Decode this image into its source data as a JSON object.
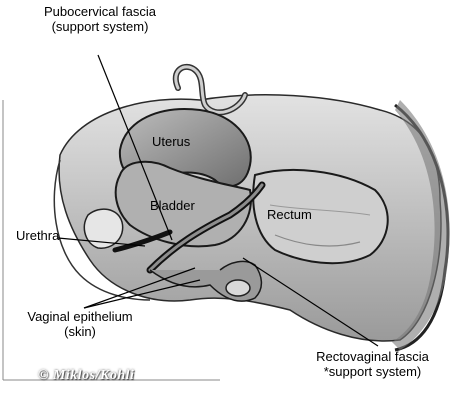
{
  "labels": {
    "pubocervical_line1": "Pubocervical fascia",
    "pubocervical_line2": "(support system)",
    "uterus": "Uterus",
    "bladder": "Bladder",
    "rectum": "Rectum",
    "urethra": "Urethra",
    "vaginal_line1": "Vaginal epithelium",
    "vaginal_line2": "(skin)",
    "rectovaginal_line1": "Rectovaginal fascia",
    "rectovaginal_line2": "*support system)"
  },
  "signature": "© Miklos/Kohli",
  "colors": {
    "background": "#ffffff",
    "shading": "#8a8a8a",
    "outline": "#1a1a1a"
  }
}
